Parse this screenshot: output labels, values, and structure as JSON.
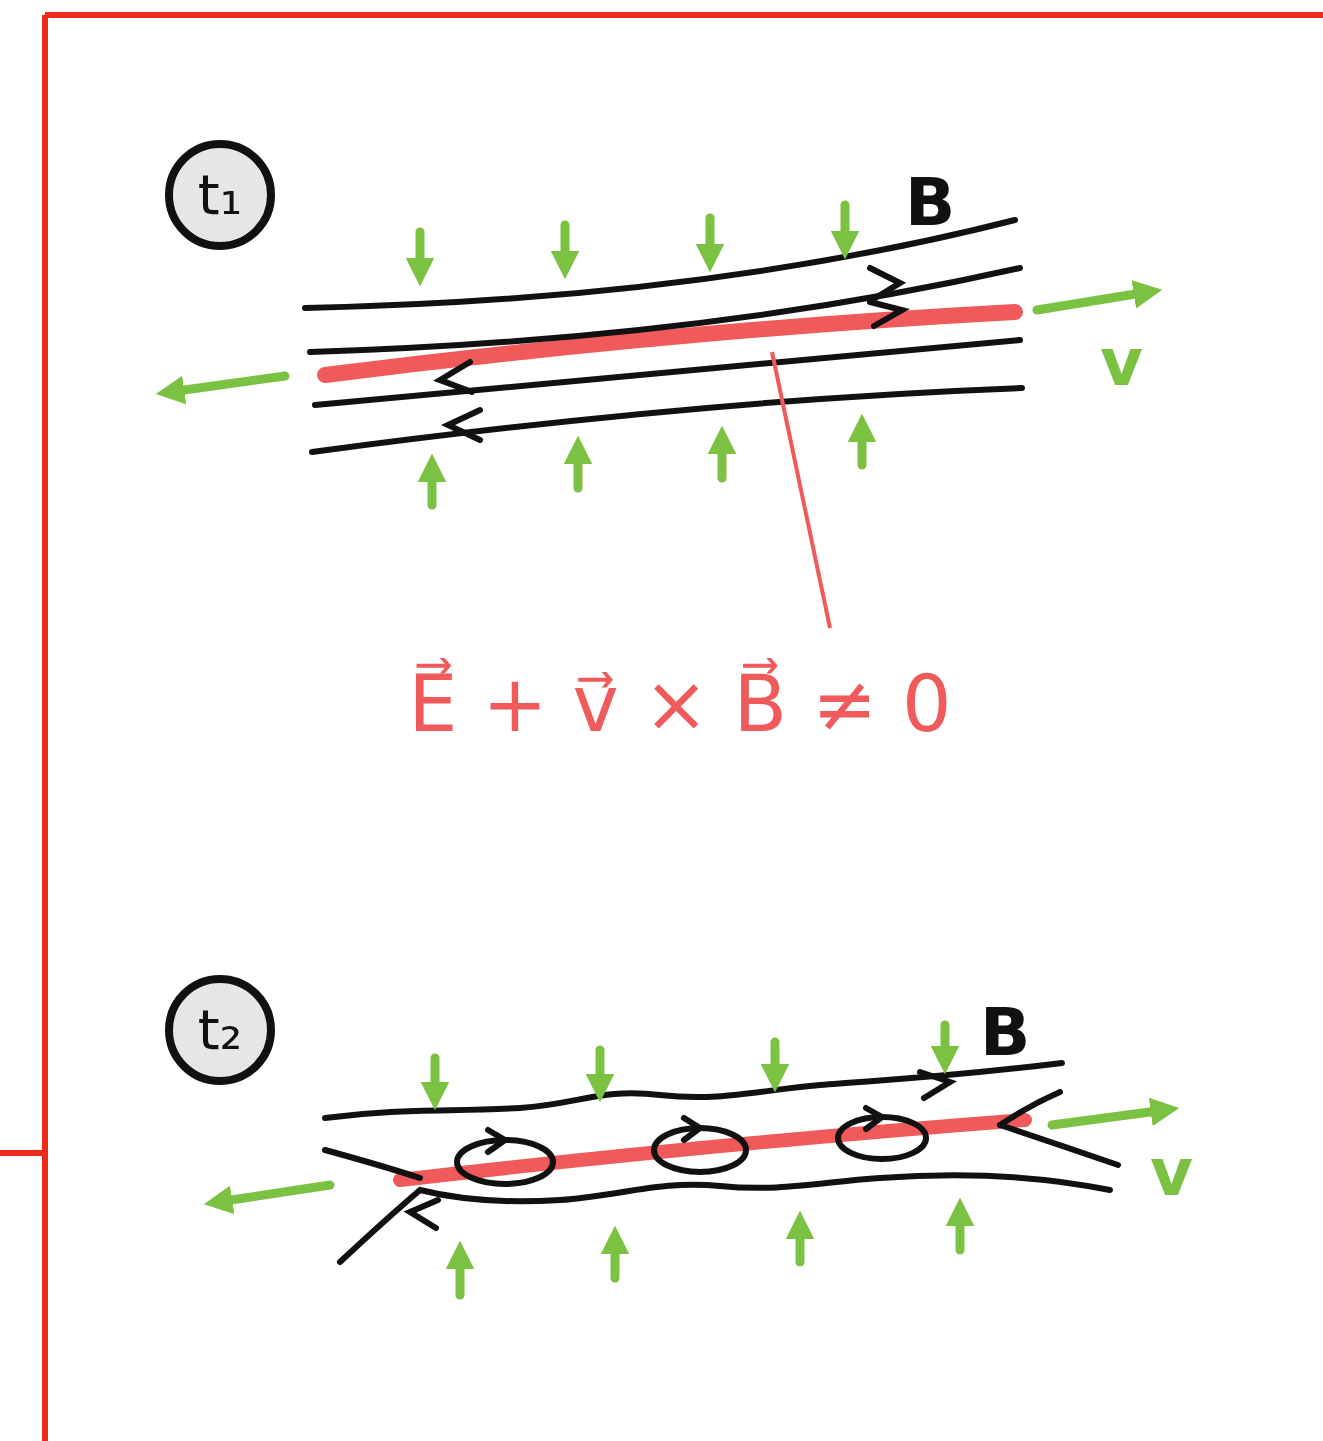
{
  "diagram": {
    "nodes": [
      {
        "text": [
          "t₁"
        ]
      },
      {
        "text": [
          "t₂"
        ]
      }
    ],
    "labels": [
      "B",
      "v",
      "E⃗ + v⃗ × B⃗ ≠ 0",
      "B",
      "v"
    ]
  }
}
